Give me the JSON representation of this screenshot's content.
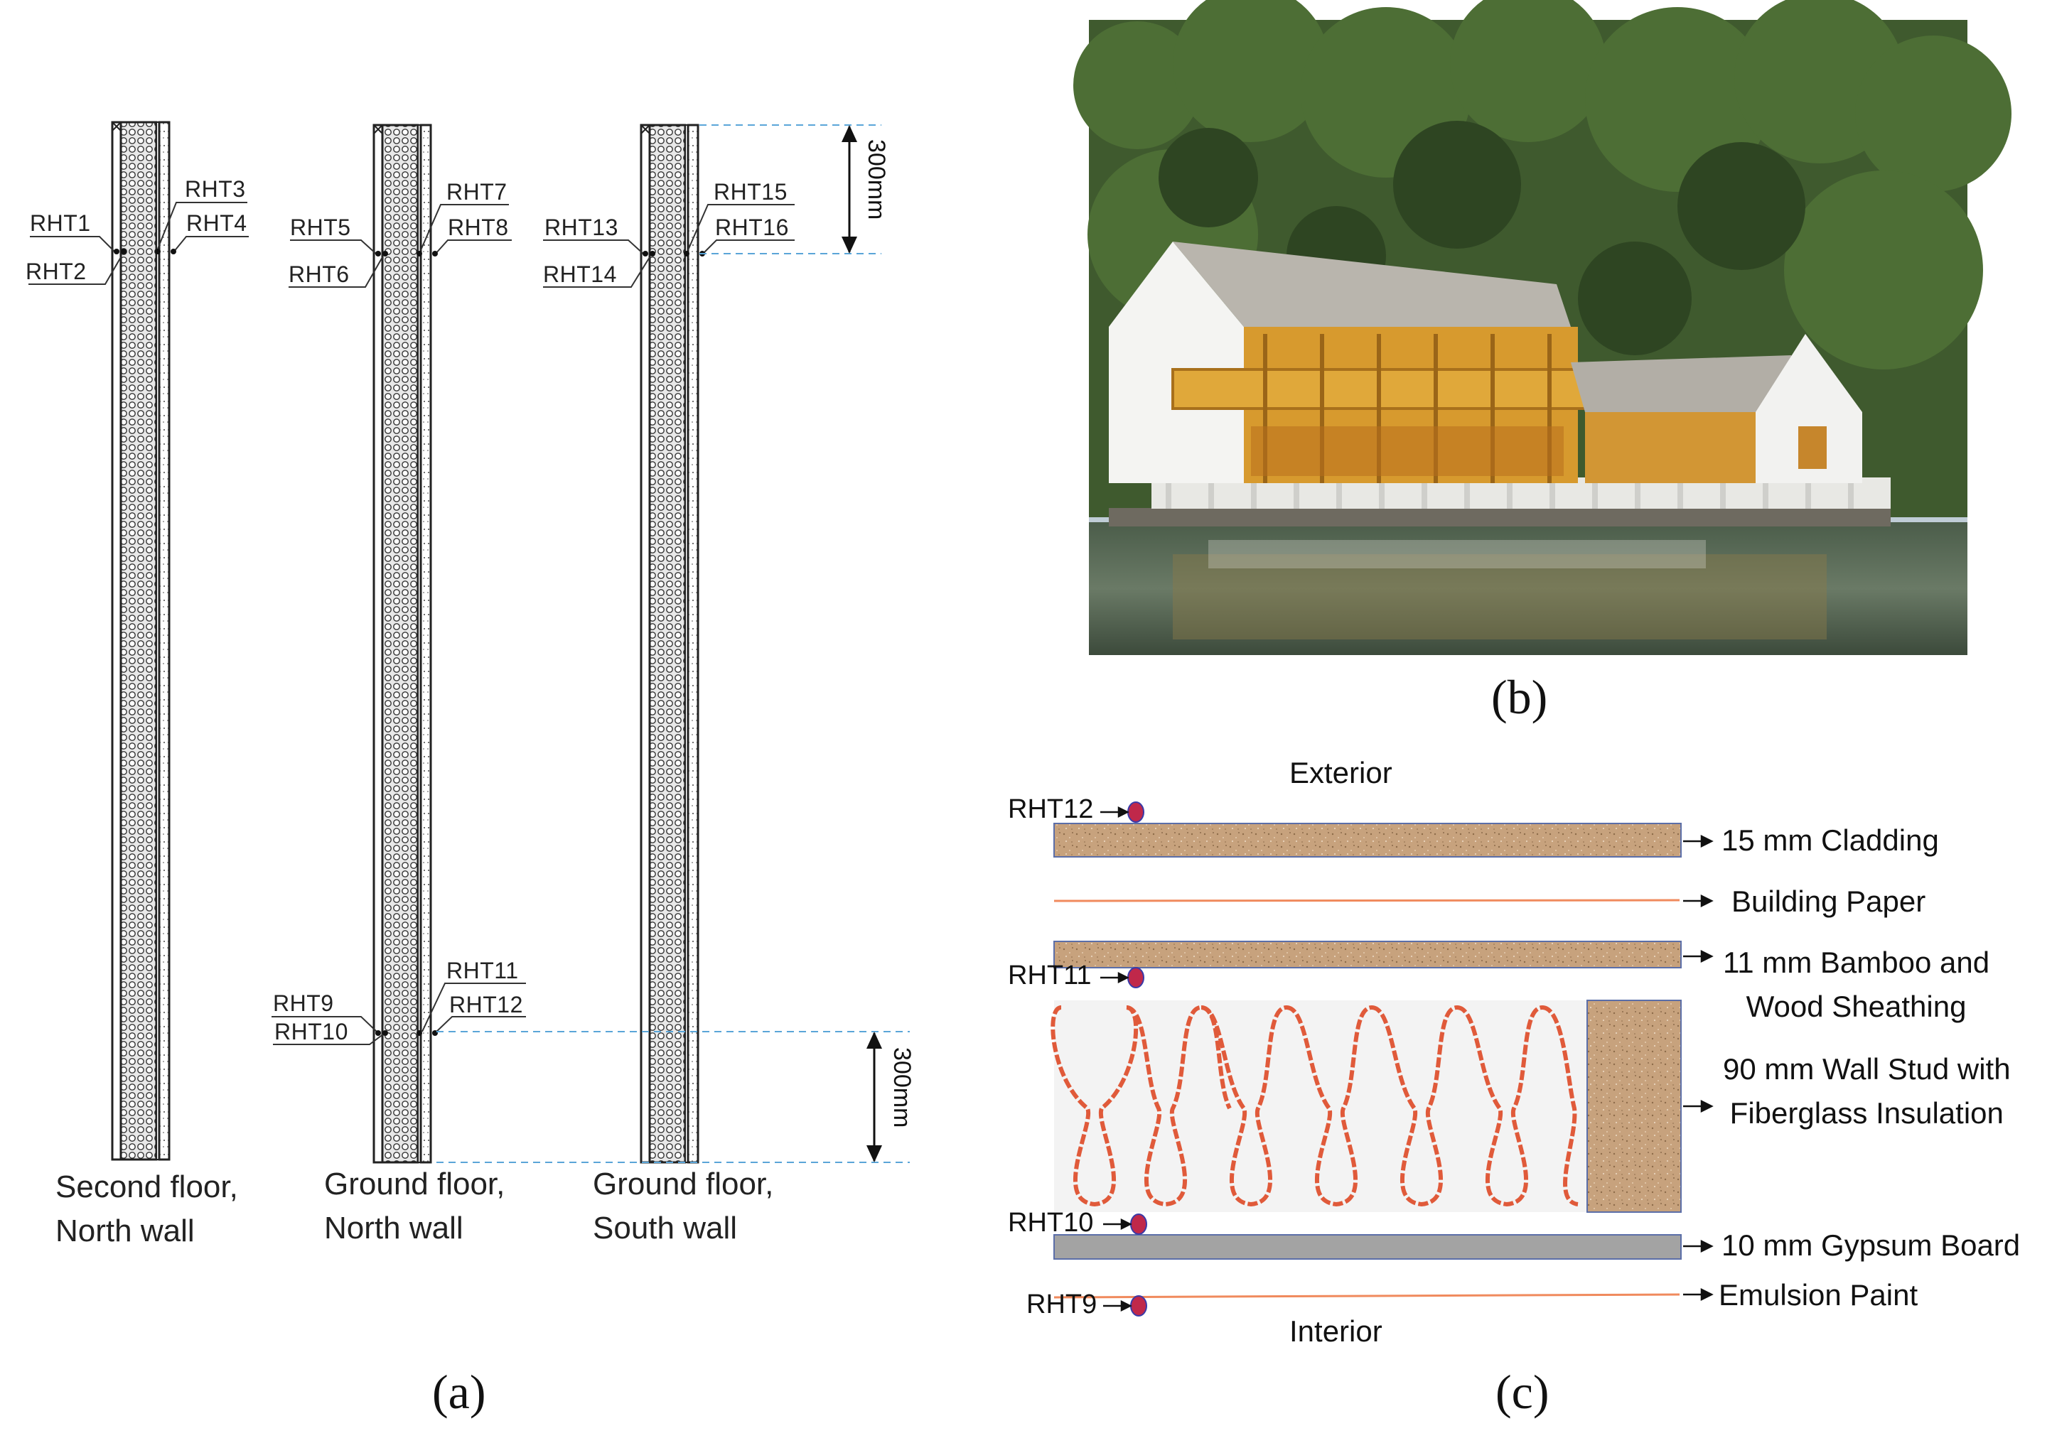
{
  "panels": {
    "a": {
      "letter": "(a)",
      "walls": [
        {
          "id": "second-north",
          "caption_line1": "Second floor,",
          "caption_line2": "North wall"
        },
        {
          "id": "ground-north",
          "caption_line1": "Ground floor,",
          "caption_line2": "North wall"
        },
        {
          "id": "ground-south",
          "caption_line1": "Ground floor,",
          "caption_line2": "South wall"
        }
      ],
      "sensors": [
        "RHT1",
        "RHT2",
        "RHT3",
        "RHT4",
        "RHT5",
        "RHT6",
        "RHT7",
        "RHT8",
        "RHT9",
        "RHT10",
        "RHT11",
        "RHT12",
        "RHT13",
        "RHT14",
        "RHT15",
        "RHT16"
      ],
      "dimension_top": "300mm",
      "dimension_bottom": "300mm"
    },
    "b": {
      "letter": "(b)",
      "photo_subject": "lakeside-building-with-timber-balconies"
    },
    "c": {
      "letter": "(c)",
      "exterior": "Exterior",
      "interior": "Interior",
      "layers": [
        {
          "line1": "15 mm Cladding",
          "line2": ""
        },
        {
          "line1": "Building Paper",
          "line2": ""
        },
        {
          "line1": "11 mm Bamboo and",
          "line2": "Wood Sheathing"
        },
        {
          "line1": "90 mm Wall Stud with",
          "line2": "Fiberglass  Insulation"
        },
        {
          "line1": "10 mm Gypsum Board",
          "line2": ""
        },
        {
          "line1": "Emulsion Paint",
          "line2": ""
        }
      ],
      "sensors": [
        "RHT12",
        "RHT11",
        "RHT10",
        "RHT9"
      ],
      "colors": {
        "wood": "#c9a37d",
        "gypsum": "#9e9e9e",
        "insulation": "#e05a3a",
        "sensor": "#c0284a",
        "paper": "#f08a5d"
      }
    }
  }
}
